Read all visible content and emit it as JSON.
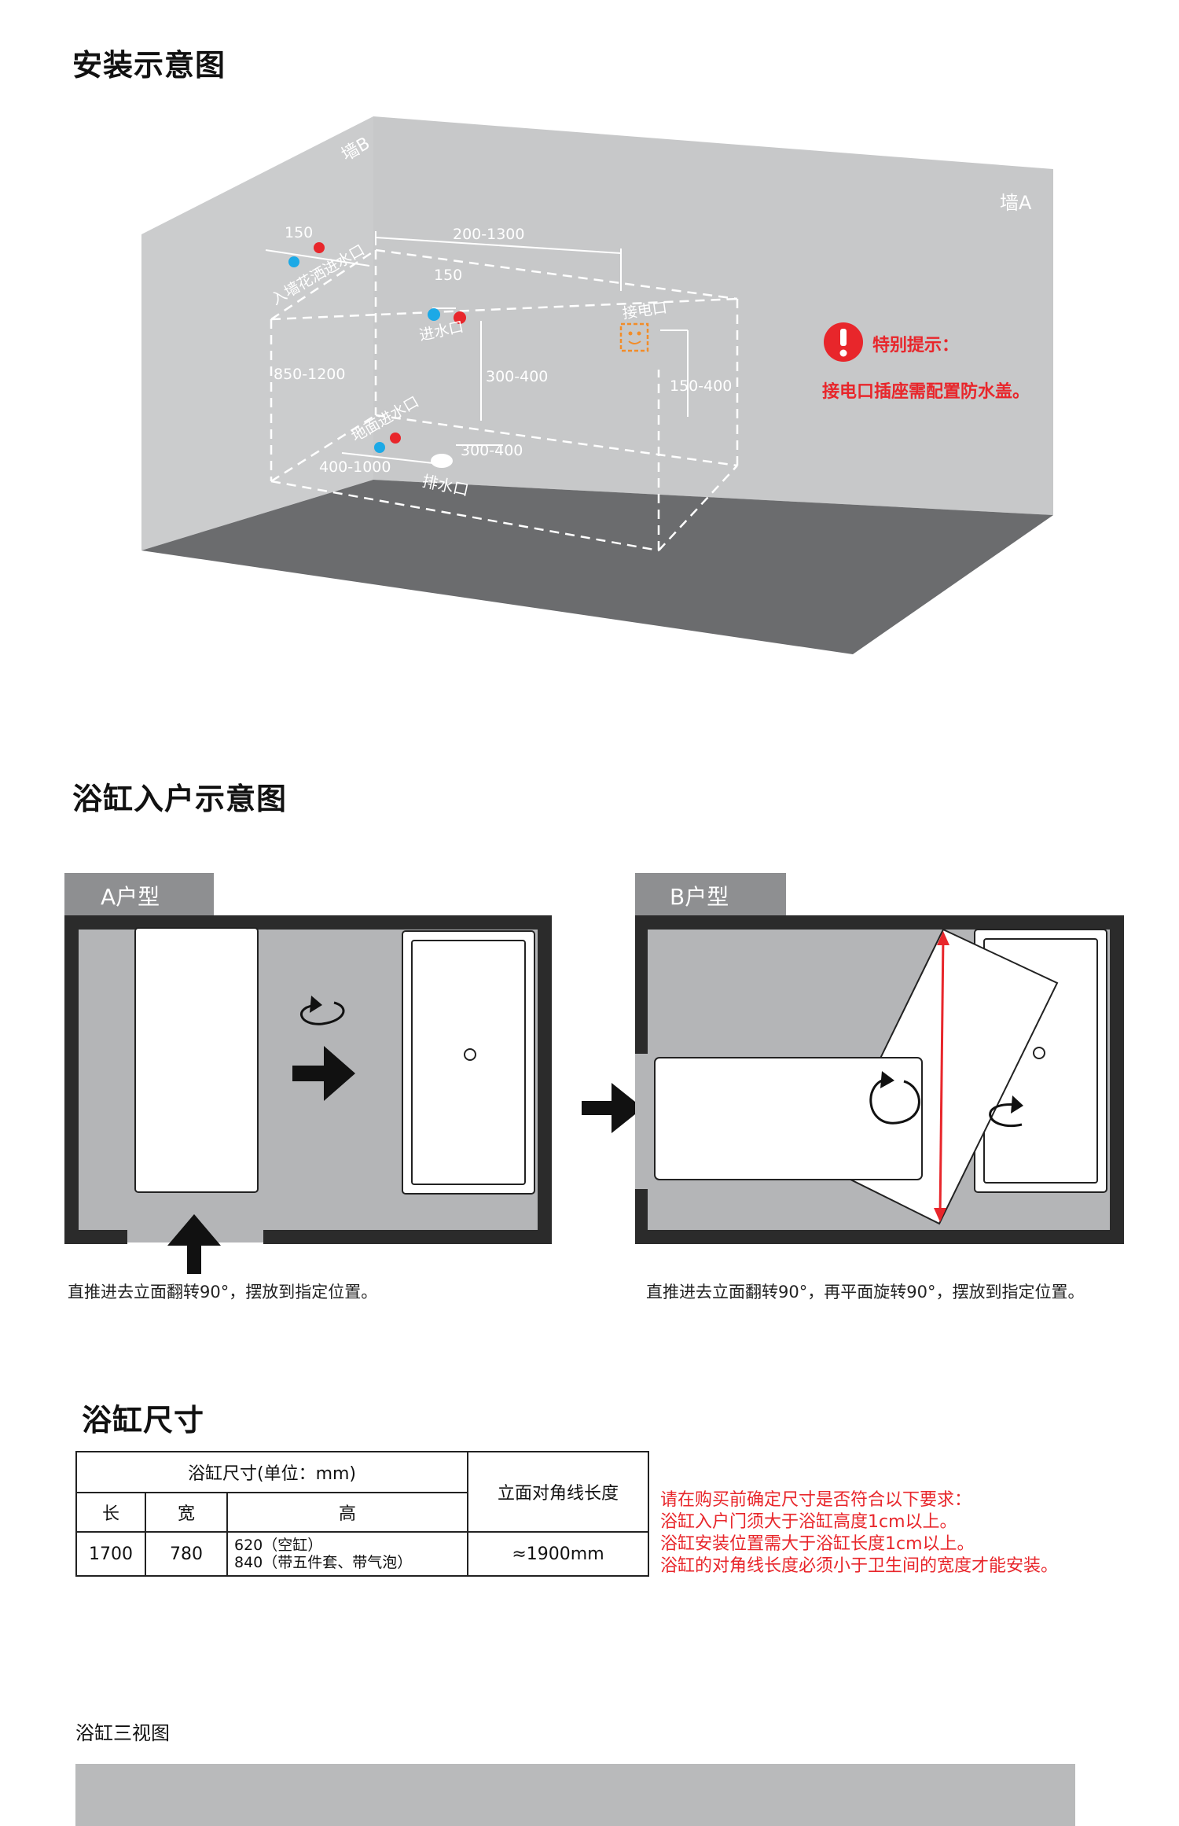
{
  "install": {
    "title": "安装示意图",
    "wall_b": "墙B",
    "wall_a": "墙A",
    "dim_150_left": "150",
    "shower_inlet": "入墙花洒进水口",
    "dim_200_1300": "200-1300",
    "dim_150_mid": "150",
    "water_inlet": "进水口",
    "power_outlet": "接电口",
    "dim_850_1200": "850-1200",
    "dim_300_400_a": "300-400",
    "dim_150_400": "150-400",
    "floor_inlet": "地面进水口",
    "dim_300_400_b": "300-400",
    "dim_400_1000": "400-1000",
    "drain": "排水口",
    "warning_title": "特别提示：",
    "warning_text": "接电口插座需配置防水盖。",
    "colors": {
      "hot": "#e8262b",
      "cold": "#1ca9e6",
      "outlet": "#f28c28",
      "warning": "#e8262b"
    }
  },
  "entry": {
    "title": "浴缸入户示意图",
    "type_a": {
      "label": "A户型",
      "caption": "直推进去立面翻转90°，摆放到指定位置。"
    },
    "type_b": {
      "label": "B户型",
      "caption": "直推进去立面翻转90°，再平面旋转90°，摆放到指定位置。"
    }
  },
  "size": {
    "title": "浴缸尺寸",
    "header_group": "浴缸尺寸(单位：mm)",
    "header_diag": "立面对角线长度",
    "col_length": "长",
    "col_width": "宽",
    "col_height": "高",
    "length": "1700",
    "width": "780",
    "height_empty": "620（空缸）",
    "height_full": "840（带五件套、带气泡）",
    "diagonal": "≈1900mm",
    "notes": [
      "请在购买前确定尺寸是否符合以下要求：",
      "浴缸入户门须大于浴缸高度1cm以上。",
      "浴缸安装位置需大于浴缸长度1cm以上。",
      "浴缸的对角线长度必须小于卫生间的宽度才能安装。"
    ]
  },
  "three_view": {
    "title": "浴缸三视图"
  }
}
